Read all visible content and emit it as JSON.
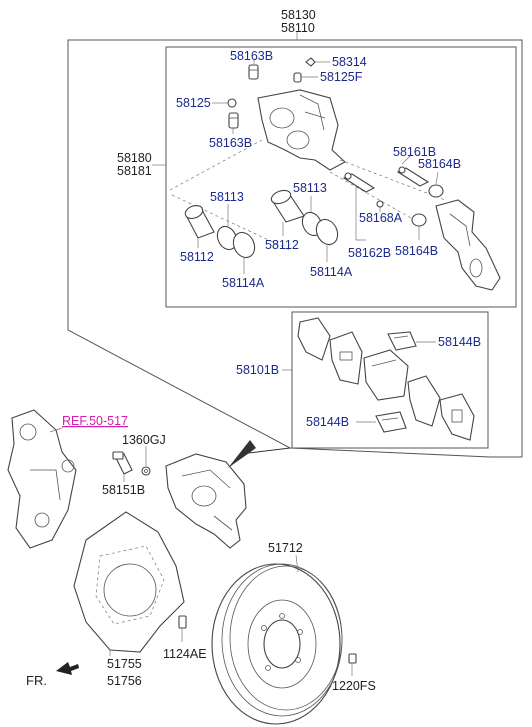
{
  "labels": {
    "assy_a": "58130",
    "assy_b": "58110",
    "bolt_top": "58163B",
    "screw_58314": "58314",
    "cap_58125f": "58125F",
    "bolt_58125": "58125",
    "bolt_mid": "58163B",
    "caliper_a": "58180",
    "caliper_b": "58181",
    "guide_pin_a": "58161B",
    "boot_top": "58164B",
    "seal_left": "58113",
    "seal_right": "58113",
    "piston_left": "58112",
    "piston_right": "58112",
    "boot_ring_left": "58114A",
    "boot_ring_right": "58114A",
    "sleeve": "58168A",
    "guide_pin_b": "58162B",
    "boot_bottom": "58164B",
    "pad_kit": "58101B",
    "clip_top": "58144B",
    "clip_bottom": "58144B",
    "ref": "REF.50-517",
    "screw_1360gj": "1360GJ",
    "bolt_58151b": "58151B",
    "disc": "51712",
    "shield_a": "51755",
    "shield_b": "51756",
    "bolt_1124ae": "1124AE",
    "screw_1220fs": "1220FS",
    "fr": "FR."
  }
}
